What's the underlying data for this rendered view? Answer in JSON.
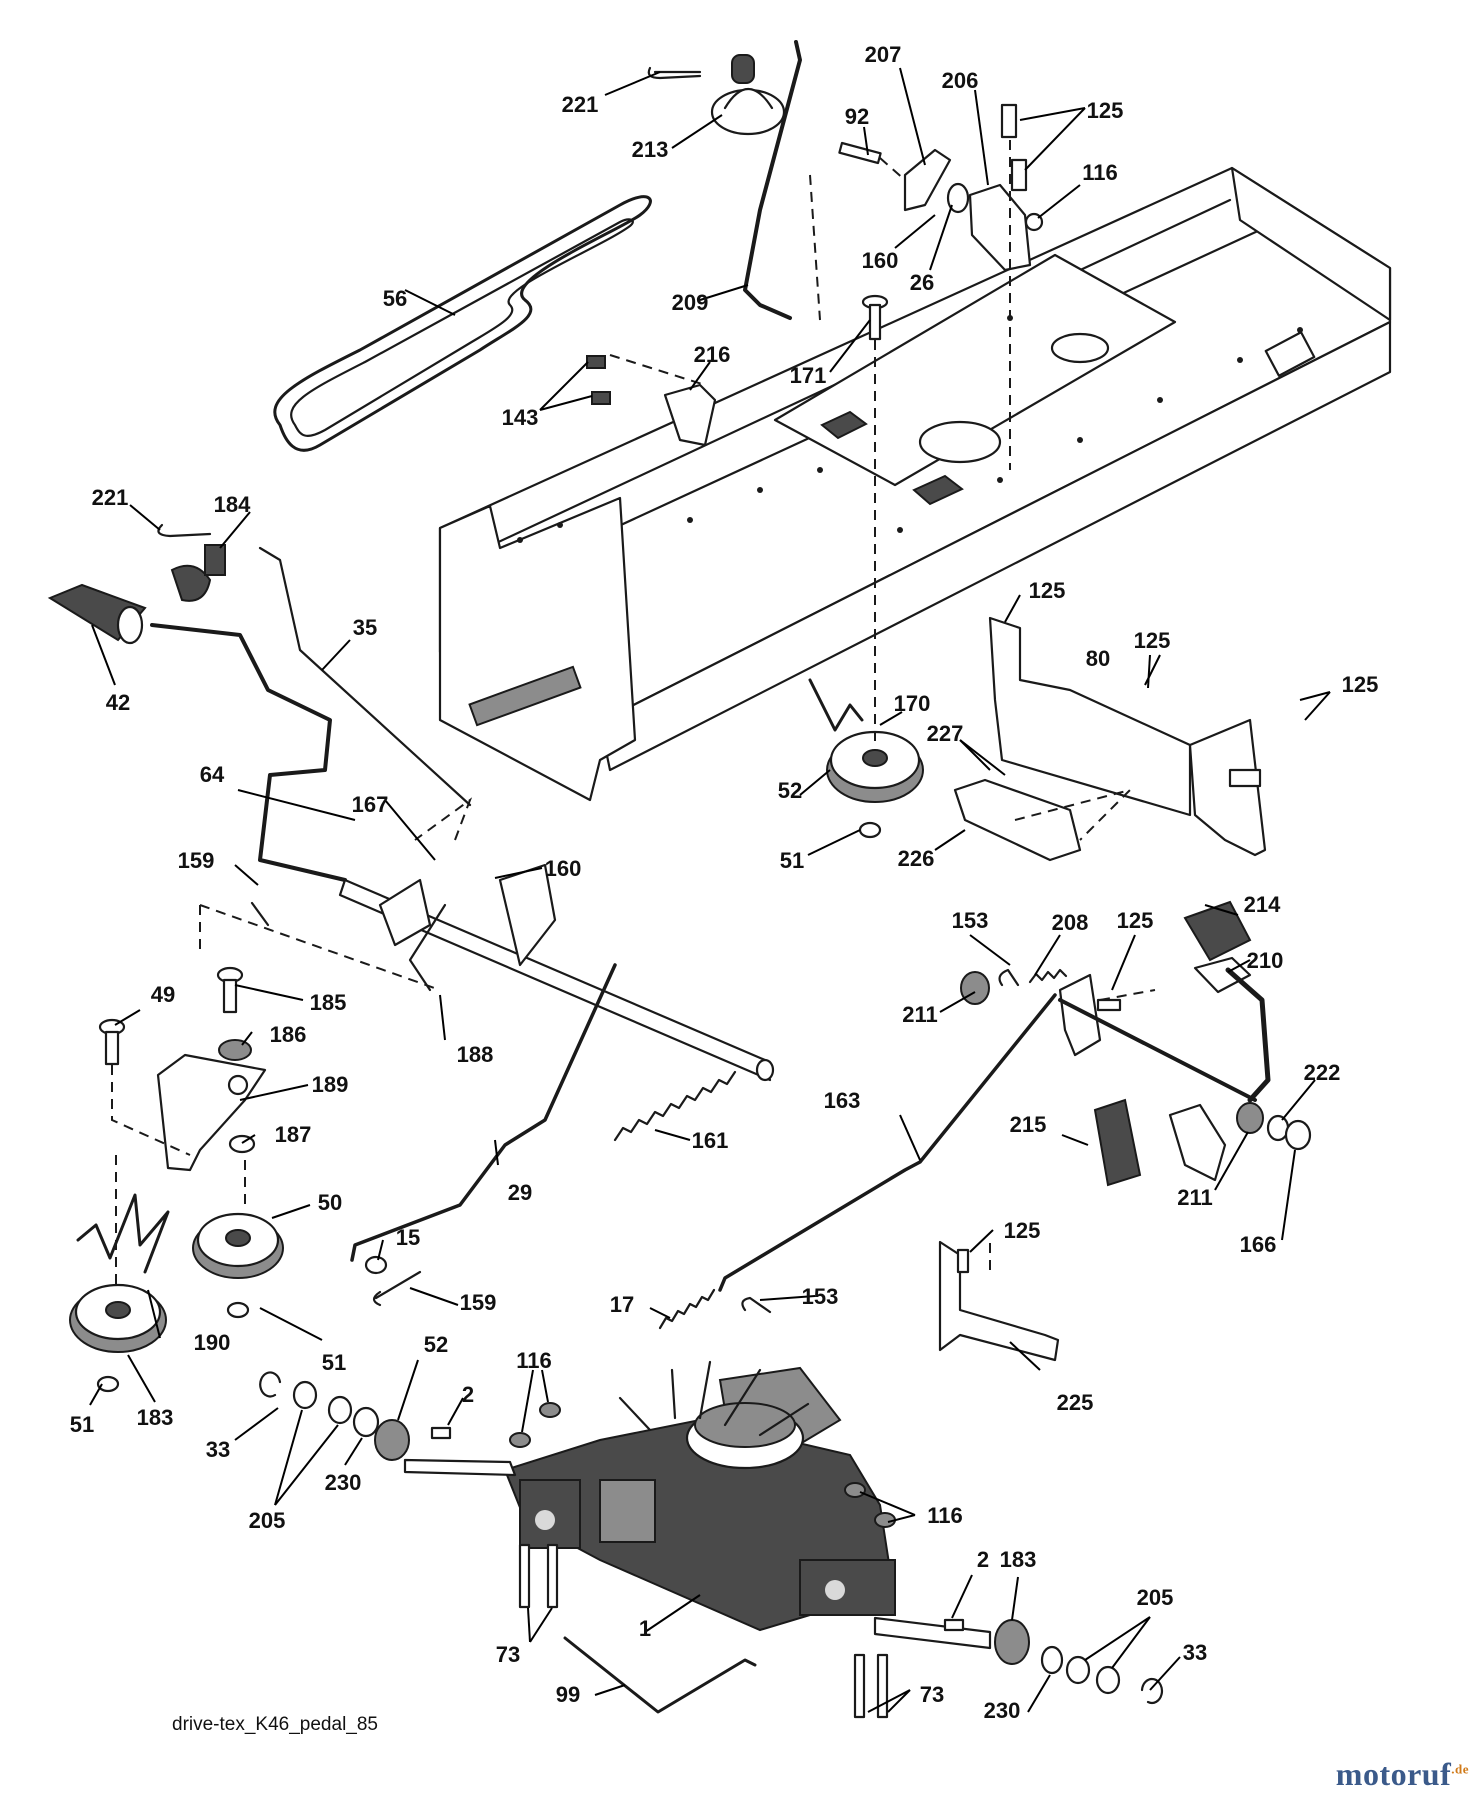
{
  "figure": {
    "caption": "drive-tex_K46_pedal_85",
    "watermark": {
      "name": "motoruf",
      "suffix": ".de",
      "colors": {
        "name": "#3b5a8a",
        "suffix": "#d07a19"
      }
    }
  },
  "callouts": [
    {
      "label": "221"
    },
    {
      "label": "213"
    },
    {
      "label": "207"
    },
    {
      "label": "92"
    },
    {
      "label": "206"
    },
    {
      "label": "125"
    },
    {
      "label": "116"
    },
    {
      "label": "160"
    },
    {
      "label": "26"
    },
    {
      "label": "209"
    },
    {
      "label": "56"
    },
    {
      "label": "216"
    },
    {
      "label": "143"
    },
    {
      "label": "171"
    },
    {
      "label": "221"
    },
    {
      "label": "184"
    },
    {
      "label": "42"
    },
    {
      "label": "35"
    },
    {
      "label": "125"
    },
    {
      "label": "80"
    },
    {
      "label": "125"
    },
    {
      "label": "125"
    },
    {
      "label": "170"
    },
    {
      "label": "227"
    },
    {
      "label": "52"
    },
    {
      "label": "51"
    },
    {
      "label": "226"
    },
    {
      "label": "64"
    },
    {
      "label": "167"
    },
    {
      "label": "160"
    },
    {
      "label": "159"
    },
    {
      "label": "153"
    },
    {
      "label": "208"
    },
    {
      "label": "125"
    },
    {
      "label": "214"
    },
    {
      "label": "210"
    },
    {
      "label": "49"
    },
    {
      "label": "185"
    },
    {
      "label": "186"
    },
    {
      "label": "188"
    },
    {
      "label": "189"
    },
    {
      "label": "211"
    },
    {
      "label": "187"
    },
    {
      "label": "163"
    },
    {
      "label": "215"
    },
    {
      "label": "222"
    },
    {
      "label": "161"
    },
    {
      "label": "50"
    },
    {
      "label": "29"
    },
    {
      "label": "211"
    },
    {
      "label": "166"
    },
    {
      "label": "15"
    },
    {
      "label": "125"
    },
    {
      "label": "159"
    },
    {
      "label": "17"
    },
    {
      "label": "153"
    },
    {
      "label": "190"
    },
    {
      "label": "51"
    },
    {
      "label": "183"
    },
    {
      "label": "52"
    },
    {
      "label": "51"
    },
    {
      "label": "116"
    },
    {
      "label": "2"
    },
    {
      "label": "225"
    },
    {
      "label": "33"
    },
    {
      "label": "205"
    },
    {
      "label": "230"
    },
    {
      "label": "116"
    },
    {
      "label": "183"
    },
    {
      "label": "2"
    },
    {
      "label": "1"
    },
    {
      "label": "205"
    },
    {
      "label": "73"
    },
    {
      "label": "33"
    },
    {
      "label": "99"
    },
    {
      "label": "230"
    },
    {
      "label": "73"
    }
  ]
}
